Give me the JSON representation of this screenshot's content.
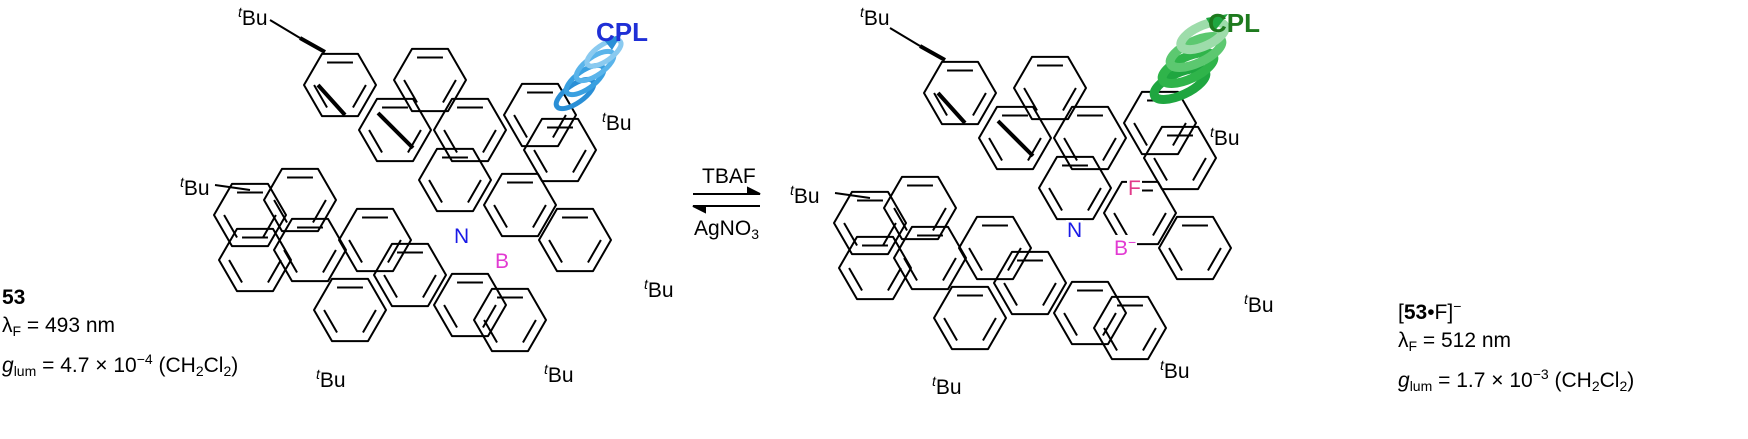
{
  "substituent": "Bu",
  "substituent_prefix": "t",
  "left_molecule": {
    "n_atom": "N",
    "b_atom": "B",
    "cpl": "CPL",
    "compound_id": "53",
    "lambda_symbol": "λ",
    "lambda_sub": "F",
    "lambda_value": "= 493 nm",
    "g_symbol": "g",
    "g_sub": "lum",
    "g_value": "= 4.7 × 10",
    "g_exp": "−4",
    "solvent": "(CH",
    "solvent_sub1": "2",
    "solvent_mid": "Cl",
    "solvent_sub2": "2",
    "solvent_end": ")"
  },
  "right_molecule": {
    "n_atom": "N",
    "b_atom": "B",
    "b_charge": "−",
    "f_atom": "F",
    "cpl": "CPL",
    "compound_open": "[",
    "compound_id": "53",
    "compound_rest": "•F]",
    "compound_charge": "−",
    "lambda_symbol": "λ",
    "lambda_sub": "F",
    "lambda_value": "= 512 nm",
    "g_symbol": "g",
    "g_sub": "lum",
    "g_value": "= 1.7 × 10",
    "g_exp": "−3",
    "solvent": "(CH",
    "solvent_sub1": "2",
    "solvent_mid": "Cl",
    "solvent_sub2": "2",
    "solvent_end": ")"
  },
  "reaction": {
    "forward_reagent": "TBAF",
    "reverse_reagent": "AgNO",
    "reverse_reagent_sub": "3"
  },
  "colors": {
    "left_cpl": "#1f2fd6",
    "right_cpl": "#1e7a1e",
    "left_helix": "#3aa0e0",
    "right_helix": "#2fb44a",
    "nitrogen": "#1a1ae6",
    "boron": "#e23ad2",
    "fluorine": "#e23a8a"
  }
}
